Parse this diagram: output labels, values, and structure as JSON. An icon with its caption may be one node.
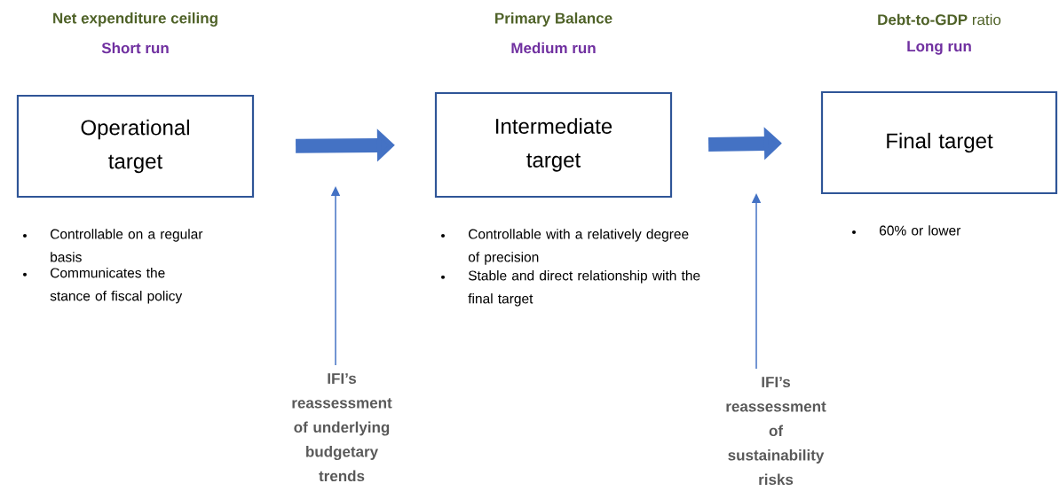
{
  "diagram": {
    "nodes": [
      {
        "text": [
          "Net expenditure ceiling",
          "Short run",
          "Operational target"
        ],
        "beside": [
          "Controllable on a regular basis",
          "Communicates the stance of fiscal policy"
        ]
      },
      {
        "text": [
          "Primary Balance",
          "Medium run",
          "Intermediate target"
        ],
        "beside": [
          "Controllable with a relatively degree of precision",
          "Stable and direct relationship with the final target"
        ]
      },
      {
        "text": [
          "**Debt-to-GDP** ratio",
          "Long run",
          "Final target"
        ],
        "beside": [
          "60% or lower"
        ]
      },
      {
        "text": [
          "IFI’s reassessment of underlying budgetary trends"
        ]
      },
      {
        "text": [
          "IFI’s reassessment of sustainability risks"
        ]
      }
    ],
    "edges": [
      {
        "from": 0,
        "to": 1,
        "arrow": "to",
        "style": "thick"
      },
      {
        "from": 1,
        "to": 2,
        "arrow": "to",
        "style": "thick"
      },
      {
        "from": 3,
        "to": null,
        "arrow": "to"
      },
      {
        "from": 4,
        "to": null,
        "arrow": "to"
      }
    ]
  }
}
